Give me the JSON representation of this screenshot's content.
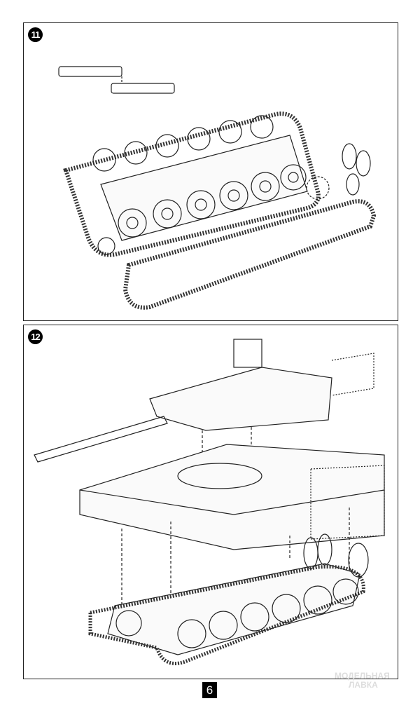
{
  "steps": [
    {
      "number": "11"
    },
    {
      "number": "12"
    }
  ],
  "page_number": "6",
  "watermark": {
    "line1": "МОДЕЛЬНАЯ",
    "line2": "ЛАВКА"
  }
}
